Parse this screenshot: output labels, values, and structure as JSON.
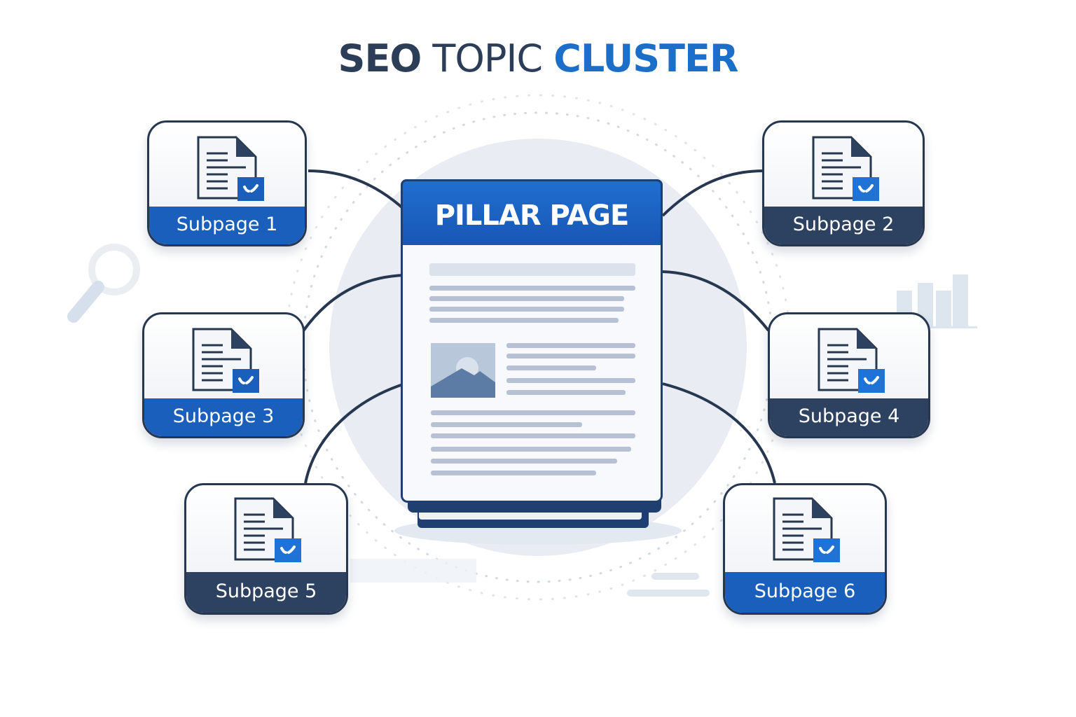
{
  "title": {
    "part1": "SEO",
    "part2": "TOPIC",
    "part3": "CLUSTER"
  },
  "pillar": {
    "label": "PILLAR PAGE"
  },
  "subpages": [
    {
      "label": "Subpage 1",
      "band_color": "#1b5fbd"
    },
    {
      "label": "Subpage 2",
      "band_color": "#2d4260"
    },
    {
      "label": "Subpage 3",
      "band_color": "#1b5fbd"
    },
    {
      "label": "Subpage 4",
      "band_color": "#2d4260"
    },
    {
      "label": "Subpage 5",
      "band_color": "#2d4260"
    },
    {
      "label": "Subpage 6",
      "band_color": "#1b5fbd"
    }
  ],
  "colors": {
    "navy": "#2b3d57",
    "accent_blue": "#1c6fc9",
    "connector": "#27374f"
  }
}
